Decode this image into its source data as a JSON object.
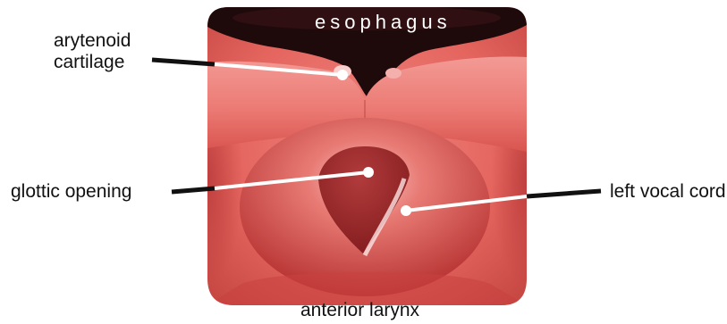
{
  "labels": {
    "esophagus": "esophagus",
    "arytenoid_line1": "arytenoid",
    "arytenoid_line2": "cartilage",
    "glottic_opening": "glottic opening",
    "left_vocal_cord": "left vocal cord",
    "anterior_larynx": "anterior larynx"
  },
  "colors": {
    "tissue": "#e5655f",
    "tissue_light": "#f5a4a0",
    "tissue_dark": "#b83434",
    "esophagus_dark": "#1e0a0b",
    "opening_dark": "#8e1f21",
    "leader_line": "#111111",
    "pointer": "#ffffff"
  }
}
